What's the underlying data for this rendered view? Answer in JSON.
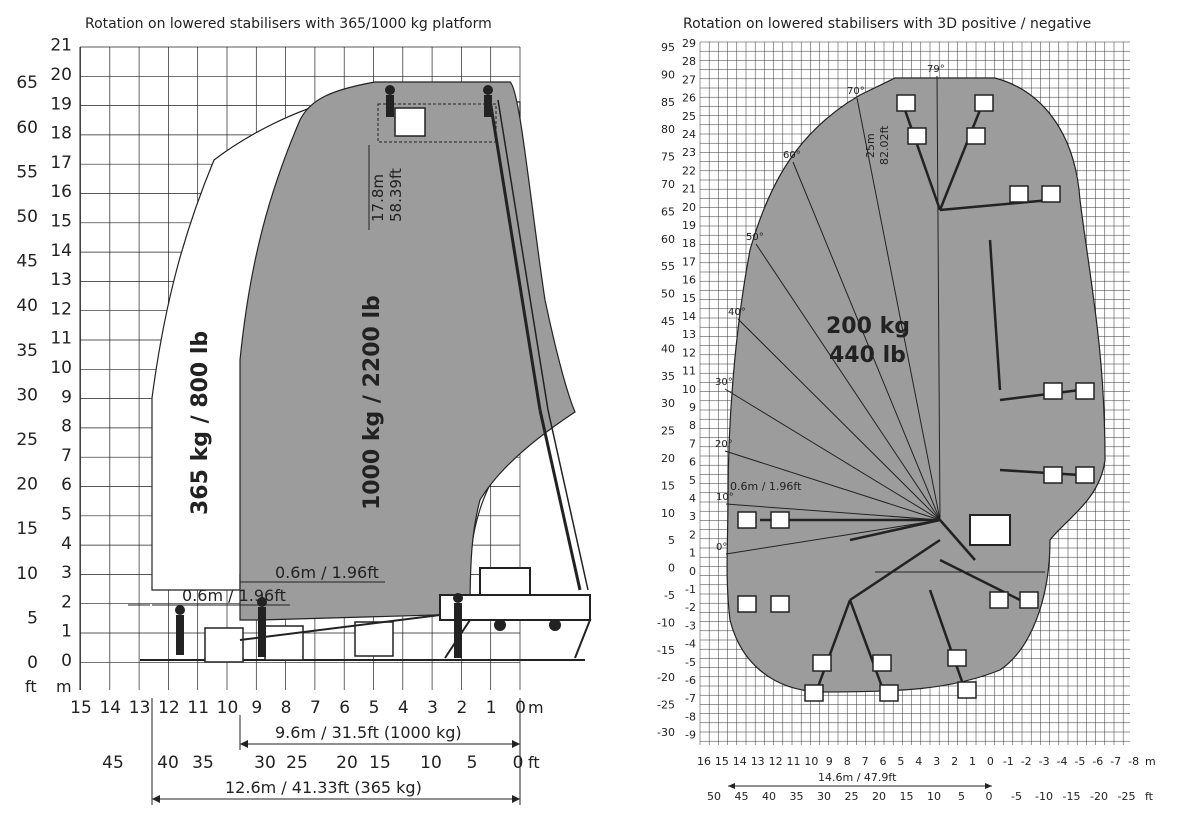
{
  "left_diagram": {
    "title": "Rotation on lowered stabilisers with 365/1000 kg platform",
    "m_labels": [
      "0",
      "1",
      "2",
      "3",
      "4",
      "5",
      "6",
      "7",
      "8",
      "9",
      "10",
      "11",
      "12",
      "13",
      "14",
      "15",
      "16",
      "17",
      "18",
      "19",
      "20",
      "21"
    ],
    "ft_labels": [
      "0",
      "5",
      "10",
      "15",
      "20",
      "25",
      "30",
      "35",
      "40",
      "45",
      "50",
      "55",
      "60",
      "65"
    ],
    "unit_ft": "ft",
    "unit_m": "m",
    "x_m_labels": [
      "15",
      "14",
      "13",
      "12",
      "11",
      "10",
      "9",
      "8",
      "7",
      "6",
      "5",
      "4",
      "3",
      "2",
      "1",
      "0"
    ],
    "x_m_unit": "m",
    "x_ft_labels": [
      "45",
      "40",
      "35",
      "30",
      "25",
      "20",
      "15",
      "10",
      "5",
      "0"
    ],
    "x_ft_unit": "ft",
    "zone_365": "365 kg / 800 lb",
    "zone_1000": "1000 kg / 2200 lb",
    "height_m": "17.8m",
    "height_ft": "58.39ft",
    "offset_upper": "0.6m / 1.96ft",
    "offset_lower": "0.6m / 1.96ft",
    "reach_1000": "9.6m / 31.5ft (1000 kg)",
    "reach_365": "12.6m / 41.33ft (365 kg)"
  },
  "right_diagram": {
    "title": "Rotation on lowered stabilisers with 3D positive / negative",
    "ft_labels": [
      "95",
      "90",
      "85",
      "80",
      "75",
      "70",
      "65",
      "60",
      "55",
      "50",
      "45",
      "40",
      "35",
      "30",
      "25",
      "20",
      "15",
      "10",
      "5",
      "0",
      "-5",
      "-10",
      "-15",
      "-20",
      "-25",
      "-30"
    ],
    "m_labels": [
      "29",
      "28",
      "27",
      "26",
      "25",
      "24",
      "23",
      "22",
      "21",
      "20",
      "19",
      "18",
      "17",
      "16",
      "15",
      "14",
      "13",
      "12",
      "11",
      "10",
      "9",
      "8",
      "7",
      "6",
      "5",
      "4",
      "3",
      "2",
      "1",
      "0",
      "-1",
      "-2",
      "-3",
      "-4",
      "-5",
      "-6",
      "-7",
      "-8",
      "-9"
    ],
    "x_m_labels": [
      "16",
      "15",
      "14",
      "13",
      "12",
      "11",
      "10",
      "9",
      "8",
      "7",
      "6",
      "5",
      "4",
      "3",
      "2",
      "1",
      "0",
      "-1",
      "-2",
      "-3",
      "-4",
      "-5",
      "-6",
      "-7",
      "-8"
    ],
    "x_m_unit": "m",
    "x_ft_labels": [
      "50",
      "45",
      "40",
      "35",
      "30",
      "25",
      "20",
      "15",
      "10",
      "5",
      "0",
      "-5",
      "-10",
      "-15",
      "-20",
      "-25"
    ],
    "x_ft_unit": "ft",
    "angles": [
      "79°",
      "70°",
      "60°",
      "50°",
      "40°",
      "30°",
      "20°",
      "10°",
      "0°"
    ],
    "load_kg": "200 kg",
    "load_lb": "440 lb",
    "height_m": "25m",
    "height_ft": "82.02ft",
    "offset": "0.6m / 1.96ft",
    "reach": "14.6m / 47.9ft"
  }
}
